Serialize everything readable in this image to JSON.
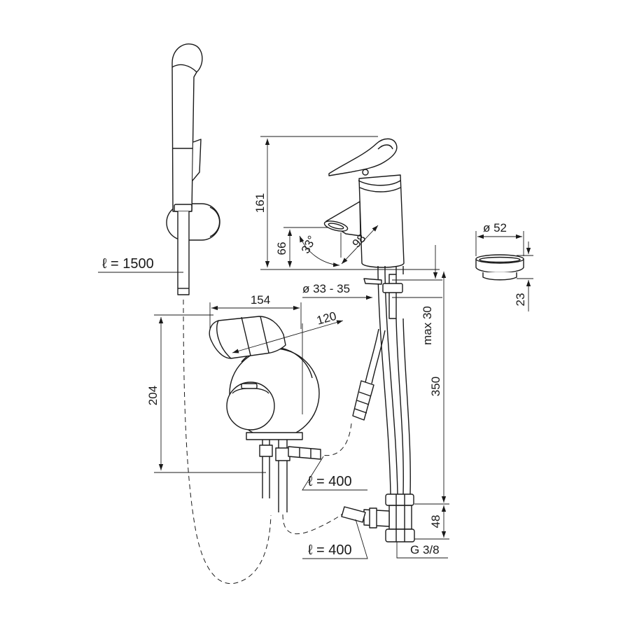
{
  "labels": {
    "hose_hand_shower": "ℓ = 1500",
    "mixer_height": "161",
    "spout_height": "66",
    "spout_angle": "33°",
    "spout_reach": "98",
    "pop_up_diameter": "ø 52",
    "pop_up_height": "23",
    "mounting_hole": "ø 33 - 35",
    "thermostat_width": "154",
    "thermostat_depth": "120",
    "max_thickness": "max 30",
    "thermostat_height": "204",
    "supply_length": "350",
    "hose_length_1": "ℓ = 400",
    "hose_length_2": "ℓ = 400",
    "valve_height": "48",
    "thread": "G 3/8"
  },
  "colors": {
    "line": "#1a1a1a",
    "background": "#ffffff"
  }
}
